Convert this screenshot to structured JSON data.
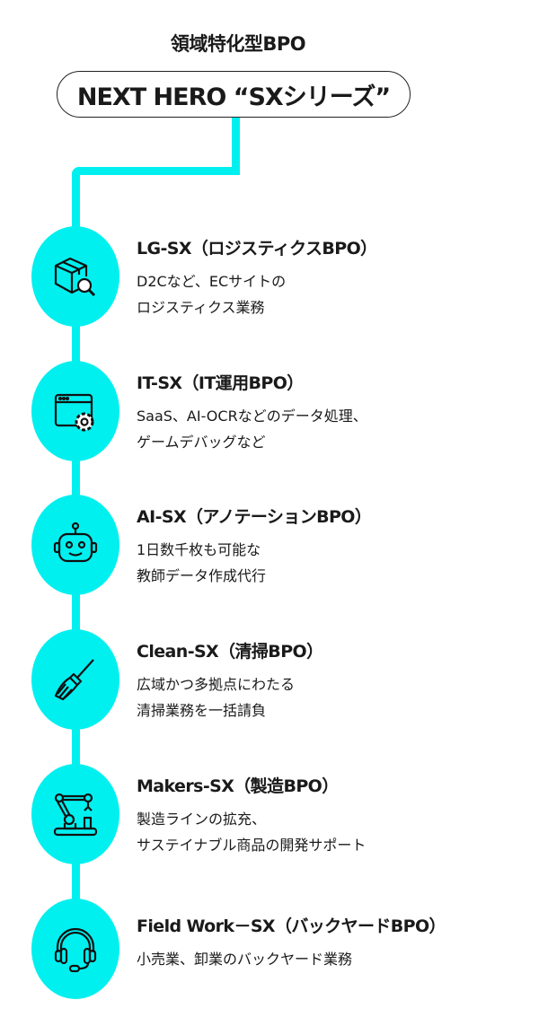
{
  "header": {
    "title": "領域特化型BPO",
    "series_name": "NEXT HERO “SXシリーズ”"
  },
  "colors": {
    "accent": "#00f0f0",
    "text": "#1a1a1a"
  },
  "items": [
    {
      "title": "LG-SX（ロジスティクスBPO）",
      "desc": [
        "D2Cなど、ECサイトの",
        "ロジスティクス業務"
      ],
      "icon": "box-search-icon"
    },
    {
      "title": "IT-SX（IT運用BPO）",
      "desc": [
        "SaaS、AI-OCRなどのデータ処理、",
        "ゲームデバッグなど"
      ],
      "icon": "browser-gear-icon"
    },
    {
      "title": "AI-SX（アノテーションBPO）",
      "desc": [
        "1日数千枚も可能な",
        "教師データ作成代行"
      ],
      "icon": "robot-icon"
    },
    {
      "title": "Clean-SX（清掃BPO）",
      "desc": [
        "広域かつ多拠点にわたる",
        "清掃業務を一括請負"
      ],
      "icon": "broom-icon"
    },
    {
      "title": "Makers-SX（製造BPO）",
      "desc": [
        "製造ラインの拡充、",
        "サステイナブル商品の開発サポート"
      ],
      "icon": "robot-arm-icon"
    },
    {
      "title": "Field Work－SX（バックヤードBPO）",
      "desc": [
        "小売業、卸業のバックヤード業務"
      ],
      "icon": "headset-icon"
    }
  ]
}
